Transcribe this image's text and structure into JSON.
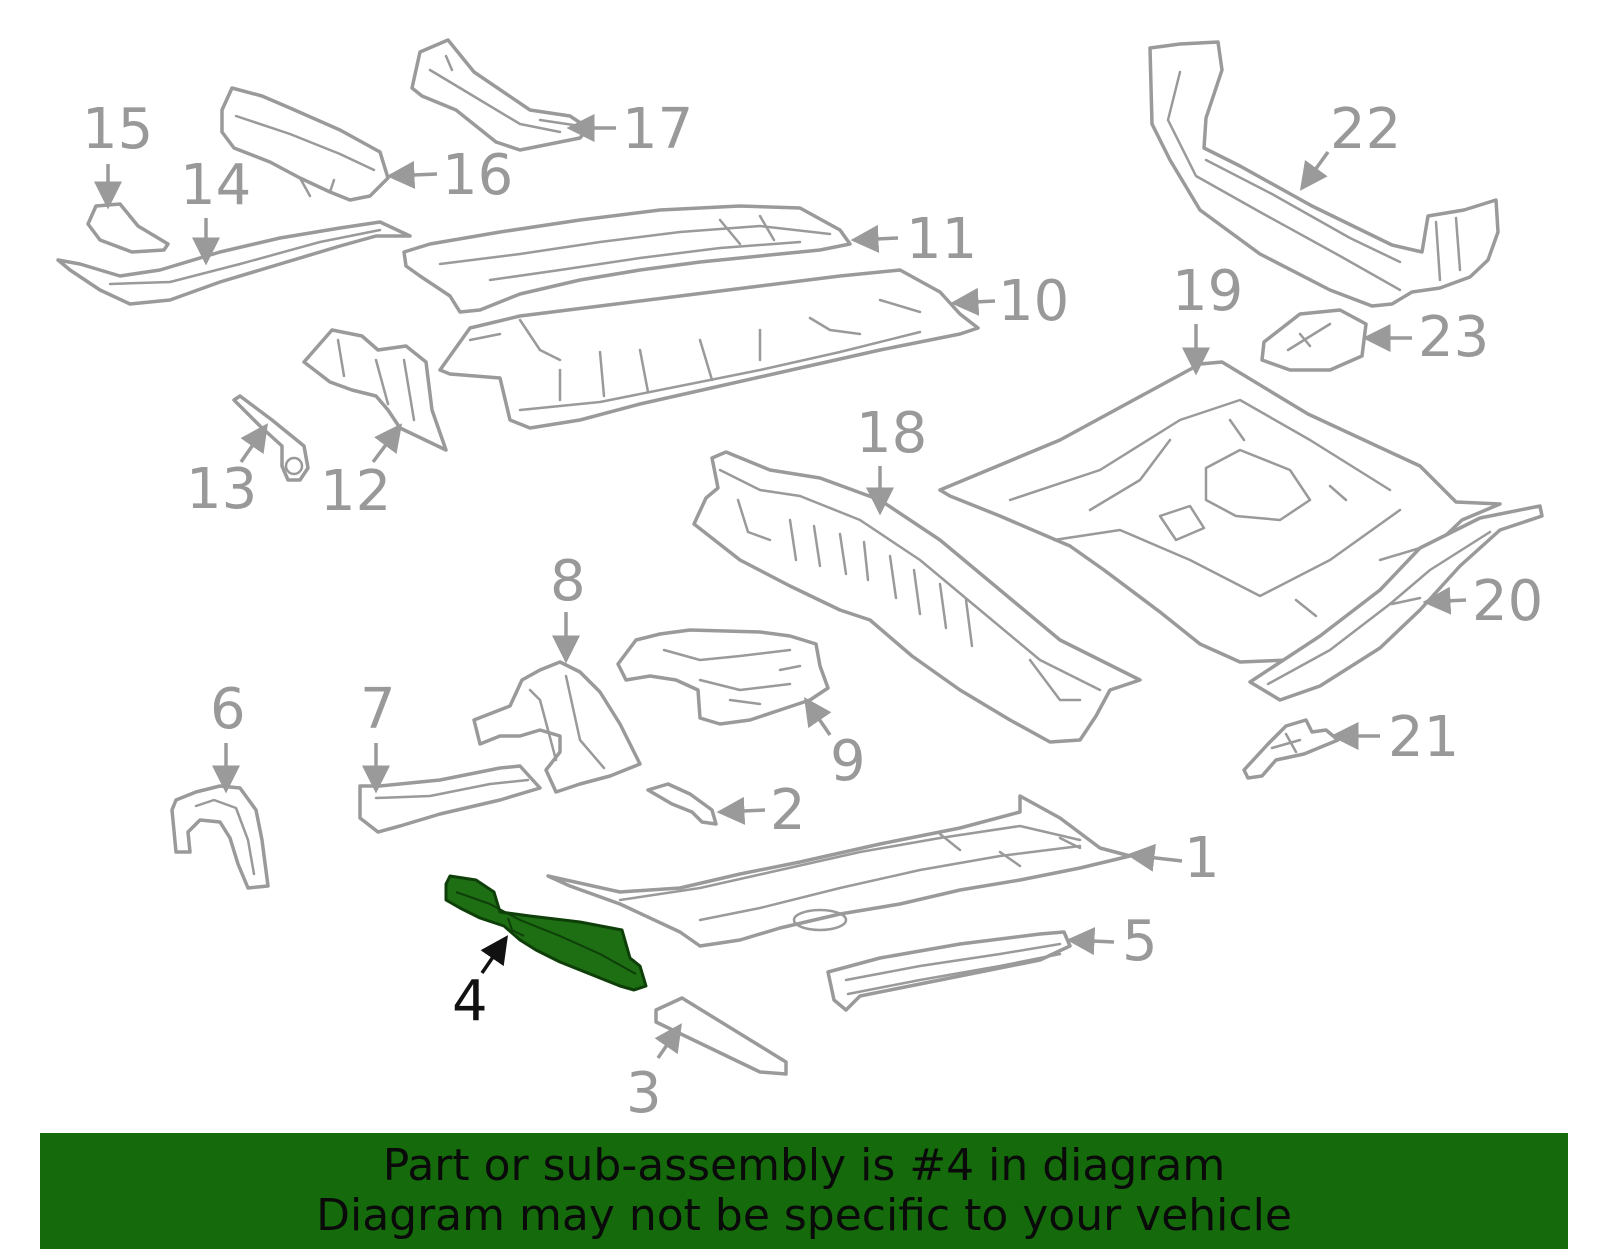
{
  "diagram": {
    "highlighted_part": "4",
    "highlight_color": "#1e6e14",
    "callouts": [
      "1",
      "2",
      "3",
      "4",
      "5",
      "6",
      "7",
      "8",
      "9",
      "10",
      "11",
      "12",
      "13",
      "14",
      "15",
      "16",
      "17",
      "18",
      "19",
      "20",
      "21",
      "22",
      "23"
    ]
  },
  "banner": {
    "line1": "Part or sub-assembly is #4 in diagram",
    "line2": "Diagram may not be specific to your vehicle",
    "background": "#156b0c"
  }
}
